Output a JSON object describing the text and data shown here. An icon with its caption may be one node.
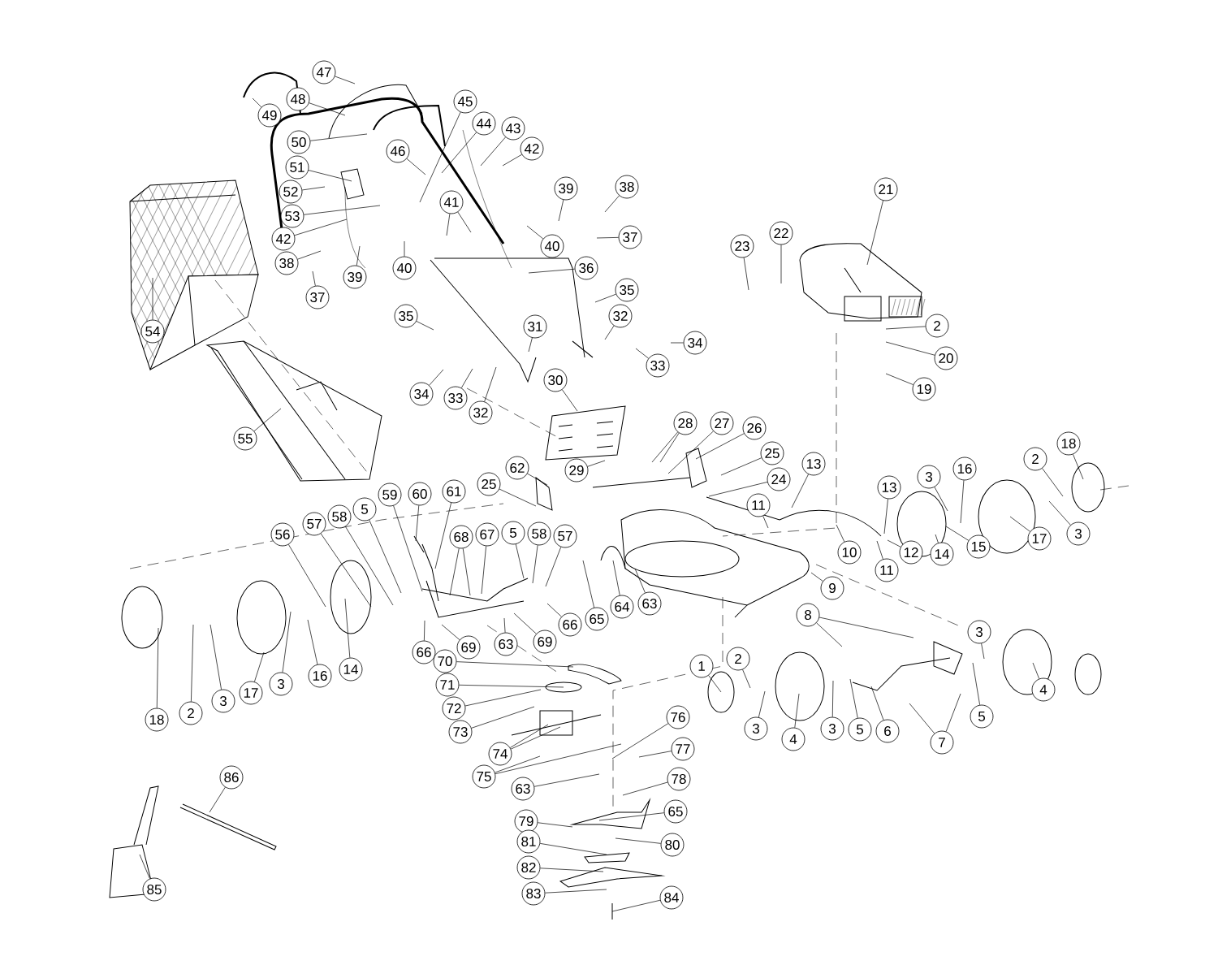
{
  "diagram": {
    "nodes": [
      {
        "text": [
          "47"
        ]
      },
      {
        "text": [
          "48"
        ]
      },
      {
        "text": [
          "49"
        ]
      },
      {
        "text": [
          "45"
        ]
      },
      {
        "text": [
          "44"
        ]
      },
      {
        "text": [
          "43"
        ]
      },
      {
        "text": [
          "42"
        ]
      },
      {
        "text": [
          "46"
        ]
      },
      {
        "text": [
          "50"
        ]
      },
      {
        "text": [
          "51"
        ]
      },
      {
        "text": [
          "52"
        ]
      },
      {
        "text": [
          "21"
        ]
      },
      {
        "text": [
          "38"
        ]
      },
      {
        "text": [
          "39"
        ]
      },
      {
        "text": [
          "41"
        ]
      },
      {
        "text": [
          "53"
        ]
      },
      {
        "text": [
          "42"
        ]
      },
      {
        "text": [
          "22"
        ]
      },
      {
        "text": [
          "37"
        ]
      },
      {
        "text": [
          "40"
        ]
      },
      {
        "text": [
          "23"
        ]
      },
      {
        "text": [
          "38"
        ]
      },
      {
        "text": [
          "36"
        ]
      },
      {
        "text": [
          "40"
        ]
      },
      {
        "text": [
          "39"
        ]
      },
      {
        "text": [
          "37"
        ]
      },
      {
        "text": [
          "35"
        ]
      },
      {
        "text": [
          "35"
        ]
      },
      {
        "text": [
          "32"
        ]
      },
      {
        "text": [
          "2"
        ]
      },
      {
        "text": [
          "54"
        ]
      },
      {
        "text": [
          "31"
        ]
      },
      {
        "text": [
          "34"
        ]
      },
      {
        "text": [
          "20"
        ]
      },
      {
        "text": [
          "33"
        ]
      },
      {
        "text": [
          "30"
        ]
      },
      {
        "text": [
          "19"
        ]
      },
      {
        "text": [
          "34"
        ]
      },
      {
        "text": [
          "33"
        ]
      },
      {
        "text": [
          "32"
        ]
      },
      {
        "text": [
          "28"
        ]
      },
      {
        "text": [
          "27"
        ]
      },
      {
        "text": [
          "26"
        ]
      },
      {
        "text": [
          "55"
        ]
      },
      {
        "text": [
          "18"
        ]
      },
      {
        "text": [
          "25"
        ]
      },
      {
        "text": [
          "2"
        ]
      },
      {
        "text": [
          "13"
        ]
      },
      {
        "text": [
          "62"
        ]
      },
      {
        "text": [
          "29"
        ]
      },
      {
        "text": [
          "16"
        ]
      },
      {
        "text": [
          "3"
        ]
      },
      {
        "text": [
          "24"
        ]
      },
      {
        "text": [
          "25"
        ]
      },
      {
        "text": [
          "13"
        ]
      },
      {
        "text": [
          "60"
        ]
      },
      {
        "text": [
          "61"
        ]
      },
      {
        "text": [
          "59"
        ]
      },
      {
        "text": [
          "11"
        ]
      },
      {
        "text": [
          "5"
        ]
      },
      {
        "text": [
          "58"
        ]
      },
      {
        "text": [
          "57"
        ]
      },
      {
        "text": [
          "5"
        ]
      },
      {
        "text": [
          "58"
        ]
      },
      {
        "text": [
          "57"
        ]
      },
      {
        "text": [
          "3"
        ]
      },
      {
        "text": [
          "56"
        ]
      },
      {
        "text": [
          "68"
        ]
      },
      {
        "text": [
          "67"
        ]
      },
      {
        "text": [
          "17"
        ]
      },
      {
        "text": [
          "15"
        ]
      },
      {
        "text": [
          "10"
        ]
      },
      {
        "text": [
          "12"
        ]
      },
      {
        "text": [
          "14"
        ]
      },
      {
        "text": [
          "11"
        ]
      },
      {
        "text": [
          "9"
        ]
      },
      {
        "text": [
          "64"
        ]
      },
      {
        "text": [
          "63"
        ]
      },
      {
        "text": [
          "8"
        ]
      },
      {
        "text": [
          "65"
        ]
      },
      {
        "text": [
          "66"
        ]
      },
      {
        "text": [
          "3"
        ]
      },
      {
        "text": [
          "69"
        ]
      },
      {
        "text": [
          "63"
        ]
      },
      {
        "text": [
          "69"
        ]
      },
      {
        "text": [
          "66"
        ]
      },
      {
        "text": [
          "1"
        ]
      },
      {
        "text": [
          "2"
        ]
      },
      {
        "text": [
          "70"
        ]
      },
      {
        "text": [
          "14"
        ]
      },
      {
        "text": [
          "16"
        ]
      },
      {
        "text": [
          "3"
        ]
      },
      {
        "text": [
          "71"
        ]
      },
      {
        "text": [
          "4"
        ]
      },
      {
        "text": [
          "17"
        ]
      },
      {
        "text": [
          "3"
        ]
      },
      {
        "text": [
          "72"
        ]
      },
      {
        "text": [
          "2"
        ]
      },
      {
        "text": [
          "5"
        ]
      },
      {
        "text": [
          "76"
        ]
      },
      {
        "text": [
          "18"
        ]
      },
      {
        "text": [
          "3"
        ]
      },
      {
        "text": [
          "3"
        ]
      },
      {
        "text": [
          "5"
        ]
      },
      {
        "text": [
          "73"
        ]
      },
      {
        "text": [
          "6"
        ]
      },
      {
        "text": [
          "4"
        ]
      },
      {
        "text": [
          "7"
        ]
      },
      {
        "text": [
          "77"
        ]
      },
      {
        "text": [
          "74"
        ]
      },
      {
        "text": [
          "75"
        ]
      },
      {
        "text": [
          "86"
        ]
      },
      {
        "text": [
          "78"
        ]
      },
      {
        "text": [
          "63"
        ]
      },
      {
        "text": [
          "65"
        ]
      },
      {
        "text": [
          "79"
        ]
      },
      {
        "text": [
          "80"
        ]
      },
      {
        "text": [
          "81"
        ]
      },
      {
        "text": [
          "82"
        ]
      },
      {
        "text": [
          "85"
        ]
      },
      {
        "text": [
          "83"
        ]
      },
      {
        "text": [
          "84"
        ]
      }
    ],
    "edges": [
      {
        "from": 0,
        "to": null,
        "arrow": "none"
      },
      {
        "from": 1,
        "to": null,
        "arrow": "none"
      },
      {
        "from": 2,
        "to": null,
        "arrow": "none"
      },
      {
        "from": 3,
        "to": null,
        "arrow": "none"
      },
      {
        "from": 4,
        "to": null,
        "arrow": "none"
      },
      {
        "from": 5,
        "to": null,
        "arrow": "none"
      },
      {
        "from": 6,
        "to": null,
        "arrow": "none"
      },
      {
        "from": 7,
        "to": null,
        "arrow": "none"
      },
      {
        "from": 8,
        "to": null,
        "arrow": "none"
      },
      {
        "from": 9,
        "to": null,
        "arrow": "none"
      },
      {
        "from": 10,
        "to": null,
        "arrow": "none"
      },
      {
        "from": 11,
        "to": null,
        "arrow": "none"
      },
      {
        "from": 12,
        "to": null,
        "arrow": "none"
      },
      {
        "from": 13,
        "to": null,
        "arrow": "none"
      },
      {
        "from": 14,
        "to": null,
        "arrow": "none"
      },
      {
        "from": 14,
        "to": null,
        "arrow": "none"
      },
      {
        "from": 15,
        "to": null,
        "arrow": "none"
      },
      {
        "from": 16,
        "to": null,
        "arrow": "none"
      },
      {
        "from": 17,
        "to": null,
        "arrow": "none"
      },
      {
        "from": 18,
        "to": null,
        "arrow": "none"
      },
      {
        "from": 19,
        "to": null,
        "arrow": "none"
      },
      {
        "from": 20,
        "to": null,
        "arrow": "none"
      },
      {
        "from": 21,
        "to": null,
        "arrow": "none"
      },
      {
        "from": 22,
        "to": null,
        "arrow": "none"
      },
      {
        "from": 23,
        "to": null,
        "arrow": "none"
      },
      {
        "from": 24,
        "to": null,
        "arrow": "none"
      },
      {
        "from": 25,
        "to": null,
        "arrow": "none"
      },
      {
        "from": 26,
        "to": null,
        "arrow": "none"
      },
      {
        "from": 27,
        "to": null,
        "arrow": "none"
      },
      {
        "from": 28,
        "to": null,
        "arrow": "none"
      },
      {
        "from": 29,
        "to": null,
        "arrow": "none"
      },
      {
        "from": 30,
        "to": null,
        "arrow": "none"
      },
      {
        "from": 31,
        "to": null,
        "arrow": "none"
      },
      {
        "from": 32,
        "to": null,
        "arrow": "none"
      },
      {
        "from": 33,
        "to": null,
        "arrow": "none"
      },
      {
        "from": 34,
        "to": null,
        "arrow": "none"
      },
      {
        "from": 35,
        "to": null,
        "arrow": "none"
      },
      {
        "from": 36,
        "to": null,
        "arrow": "none"
      },
      {
        "from": 37,
        "to": null,
        "arrow": "none"
      },
      {
        "from": 38,
        "to": null,
        "arrow": "none"
      },
      {
        "from": 39,
        "to": null,
        "arrow": "none"
      },
      {
        "from": 40,
        "to": null,
        "arrow": "none"
      },
      {
        "from": 40,
        "to": null,
        "arrow": "none"
      },
      {
        "from": 41,
        "to": null,
        "arrow": "none"
      },
      {
        "from": 42,
        "to": null,
        "arrow": "none"
      },
      {
        "from": 43,
        "to": null,
        "arrow": "none"
      },
      {
        "from": 44,
        "to": null,
        "arrow": "none"
      },
      {
        "from": 45,
        "to": null,
        "arrow": "none"
      },
      {
        "from": 46,
        "to": null,
        "arrow": "none"
      },
      {
        "from": 47,
        "to": null,
        "arrow": "none"
      },
      {
        "from": 48,
        "to": null,
        "arrow": "none"
      },
      {
        "from": 49,
        "to": null,
        "arrow": "none"
      },
      {
        "from": 50,
        "to": null,
        "arrow": "none"
      },
      {
        "from": 51,
        "to": null,
        "arrow": "none"
      },
      {
        "from": 52,
        "to": null,
        "arrow": "none"
      },
      {
        "from": 53,
        "to": null,
        "arrow": "none"
      },
      {
        "from": 54,
        "to": null,
        "arrow": "none"
      },
      {
        "from": 55,
        "to": null,
        "arrow": "none"
      },
      {
        "from": 56,
        "to": null,
        "arrow": "none"
      },
      {
        "from": 57,
        "to": null,
        "arrow": "none"
      },
      {
        "from": 58,
        "to": null,
        "arrow": "none"
      },
      {
        "from": 59,
        "to": null,
        "arrow": "none"
      },
      {
        "from": 60,
        "to": null,
        "arrow": "none"
      },
      {
        "from": 61,
        "to": null,
        "arrow": "none"
      },
      {
        "from": 62,
        "to": null,
        "arrow": "none"
      },
      {
        "from": 63,
        "to": null,
        "arrow": "none"
      },
      {
        "from": 64,
        "to": null,
        "arrow": "none"
      },
      {
        "from": 65,
        "to": null,
        "arrow": "none"
      },
      {
        "from": 66,
        "to": null,
        "arrow": "none"
      },
      {
        "from": 67,
        "to": null,
        "arrow": "none"
      },
      {
        "from": 67,
        "to": null,
        "arrow": "none"
      },
      {
        "from": 68,
        "to": null,
        "arrow": "none"
      },
      {
        "from": 69,
        "to": null,
        "arrow": "none"
      },
      {
        "from": 70,
        "to": null,
        "arrow": "none"
      },
      {
        "from": 71,
        "to": null,
        "arrow": "none"
      },
      {
        "from": 72,
        "to": null,
        "arrow": "none"
      },
      {
        "from": 73,
        "to": null,
        "arrow": "none"
      },
      {
        "from": 74,
        "to": null,
        "arrow": "none"
      },
      {
        "from": 75,
        "to": null,
        "arrow": "none"
      },
      {
        "from": 76,
        "to": null,
        "arrow": "none"
      },
      {
        "from": 77,
        "to": null,
        "arrow": "none"
      },
      {
        "from": 78,
        "to": null,
        "arrow": "none"
      },
      {
        "from": 78,
        "to": null,
        "arrow": "none"
      },
      {
        "from": 79,
        "to": null,
        "arrow": "none"
      },
      {
        "from": 80,
        "to": null,
        "arrow": "none"
      },
      {
        "from": 81,
        "to": null,
        "arrow": "none"
      },
      {
        "from": 82,
        "to": null,
        "arrow": "none"
      },
      {
        "from": 83,
        "to": null,
        "arrow": "none"
      },
      {
        "from": 84,
        "to": null,
        "arrow": "none"
      },
      {
        "from": 85,
        "to": null,
        "arrow": "none"
      },
      {
        "from": 86,
        "to": null,
        "arrow": "none"
      },
      {
        "from": 87,
        "to": null,
        "arrow": "none"
      },
      {
        "from": 88,
        "to": null,
        "arrow": "none"
      },
      {
        "from": 89,
        "to": null,
        "arrow": "none"
      },
      {
        "from": 90,
        "to": null,
        "arrow": "none"
      },
      {
        "from": 91,
        "to": null,
        "arrow": "none"
      },
      {
        "from": 92,
        "to": null,
        "arrow": "none"
      },
      {
        "from": 93,
        "to": null,
        "arrow": "none"
      },
      {
        "from": 94,
        "to": null,
        "arrow": "none"
      },
      {
        "from": 95,
        "to": null,
        "arrow": "none"
      },
      {
        "from": 96,
        "to": null,
        "arrow": "none"
      },
      {
        "from": 97,
        "to": null,
        "arrow": "none"
      },
      {
        "from": 98,
        "to": null,
        "arrow": "none"
      },
      {
        "from": 99,
        "to": null,
        "arrow": "none"
      },
      {
        "from": 100,
        "to": null,
        "arrow": "none"
      },
      {
        "from": 101,
        "to": null,
        "arrow": "none"
      },
      {
        "from": 102,
        "to": null,
        "arrow": "none"
      },
      {
        "from": 103,
        "to": null,
        "arrow": "none"
      },
      {
        "from": 104,
        "to": null,
        "arrow": "none"
      },
      {
        "from": 105,
        "to": null,
        "arrow": "none"
      },
      {
        "from": 106,
        "to": null,
        "arrow": "none"
      },
      {
        "from": 107,
        "to": null,
        "arrow": "none"
      },
      {
        "from": 107,
        "to": null,
        "arrow": "none"
      },
      {
        "from": 108,
        "to": null,
        "arrow": "none"
      },
      {
        "from": 109,
        "to": null,
        "arrow": "none"
      },
      {
        "from": 109,
        "to": null,
        "arrow": "none"
      },
      {
        "from": 110,
        "to": null,
        "arrow": "none"
      },
      {
        "from": 110,
        "to": null,
        "arrow": "none"
      },
      {
        "from": 111,
        "to": null,
        "arrow": "none"
      },
      {
        "from": 112,
        "to": null,
        "arrow": "none"
      },
      {
        "from": 113,
        "to": null,
        "arrow": "none"
      },
      {
        "from": 114,
        "to": null,
        "arrow": "none"
      },
      {
        "from": 115,
        "to": null,
        "arrow": "none"
      },
      {
        "from": 116,
        "to": null,
        "arrow": "none"
      },
      {
        "from": 117,
        "to": null,
        "arrow": "none"
      },
      {
        "from": 118,
        "to": null,
        "arrow": "none"
      },
      {
        "from": 119,
        "to": null,
        "arrow": "none"
      },
      {
        "from": 120,
        "to": null,
        "arrow": "none"
      },
      {
        "from": 121,
        "to": null,
        "arrow": "none"
      }
    ]
  }
}
